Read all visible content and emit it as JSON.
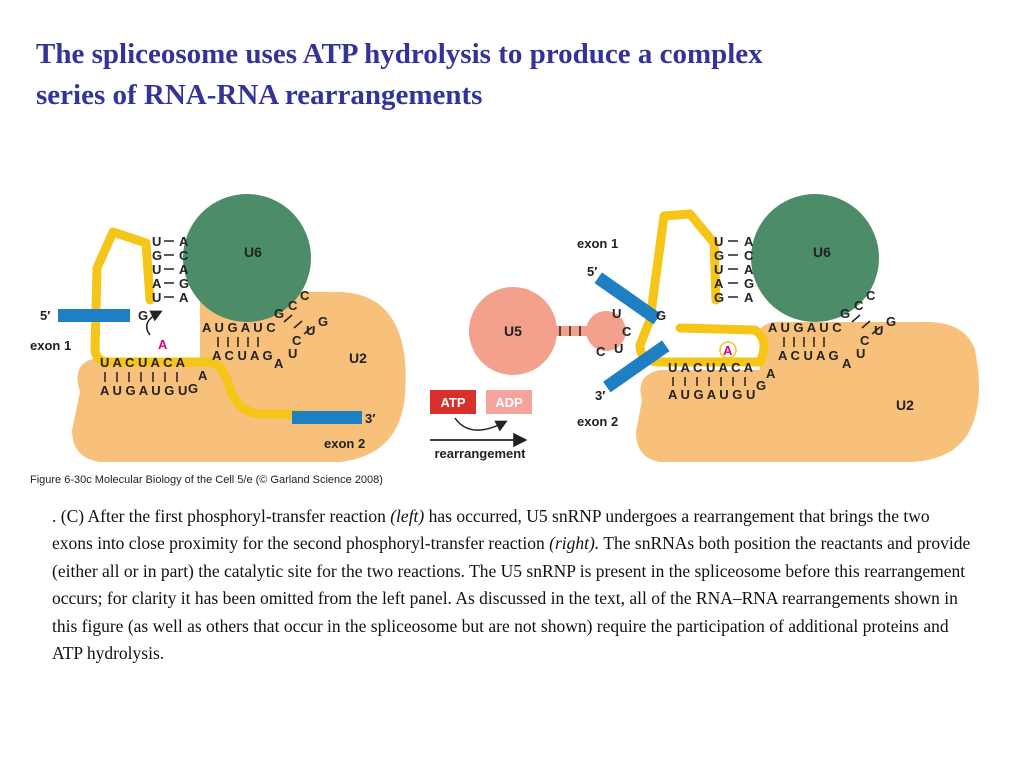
{
  "title": {
    "line1": "The spliceosome uses ATP hydrolysis to produce a complex",
    "line2": "series of RNA-RNA rearrangements"
  },
  "figure": {
    "left_panel": {
      "u6_label": "U6",
      "u2_label": "U2",
      "exon1_label": "exon 1",
      "exon2_label": "exon 2",
      "five_prime": "5′",
      "three_prime": "3′",
      "g_label": "G",
      "branch_a": "A",
      "u6_left_strand": [
        "U",
        "G",
        "U",
        "A",
        "U"
      ],
      "u6_right_strand": [
        "A",
        "C",
        "A",
        "G",
        "A"
      ],
      "u6_row_top": "A U G A U C",
      "u2_row": "A C U A G",
      "u2_extra": [
        "A",
        "U"
      ],
      "hairpin": [
        "G",
        "C",
        "C",
        "U",
        "G",
        "C"
      ],
      "branch_row_top": "U A C U A C A",
      "branch_row_bottom": "A U G A U G U",
      "g_end": "G",
      "a_end": "A"
    },
    "arrow_section": {
      "atp": "ATP",
      "adp": "ADP",
      "rearrangement": "rearrangement"
    },
    "right_panel": {
      "u5_label": "U5",
      "u6_label": "U6",
      "u2_label": "U2",
      "exon1_label": "exon 1",
      "exon2_label": "exon 2",
      "five_prime": "5′",
      "three_prime": "3′",
      "u5_loop": [
        "U",
        "C",
        "U",
        "C"
      ],
      "u6_left_strand": [
        "U",
        "G",
        "U",
        "A",
        "G"
      ],
      "u6_right_strand": [
        "A",
        "C",
        "A",
        "G",
        "A"
      ],
      "u6_row_top": "A U G A U C",
      "u2_row": "A C U A G",
      "u2_extra": [
        "A",
        "U"
      ],
      "hairpin": [
        "G",
        "C",
        "C",
        "U",
        "G",
        "C"
      ],
      "branch_row_top": "U A C U A C A",
      "branch_row_bottom": "A U G A U G U",
      "branch_a": "A",
      "g_end": "G",
      "a_end": "A",
      "g_label": "G"
    },
    "caption": "Figure 6-30c  Molecular Biology of the Cell 5/e (© Garland Science 2008)"
  },
  "body": {
    "p1": ". (C) After the first phosphoryl-transfer reaction ",
    "em1": "(left)",
    "p2": " has occurred, U5 snRNP undergoes a rearrangement that brings the two exons into close proximity for the second phosphoryl-transfer reaction ",
    "em2": "(right).",
    "p3": " The snRNAs both position the reactants and provide (either all or in part) the catalytic site for the two reactions. The U5 snRNP is present in the spliceosome before this rearrangement occurs; for clarity it has been omitted from the left panel. As discussed in the text, all of the RNA–RNA rearrangements shown in this figure (as well as others that occur in the spliceosome but are not shown) require the participation of additional proteins and ATP hydrolysis."
  },
  "colors": {
    "title": "#333399",
    "u2_body": "#F7C07B",
    "u6_body": "#4C8C69",
    "u5_body": "#F3A08C",
    "rna_yellow": "#F5C518",
    "exon_blue": "#1E7FC2",
    "atp_red": "#D9302B",
    "adp_pink": "#F4A49A",
    "branch_pink": "#E0007A"
  }
}
